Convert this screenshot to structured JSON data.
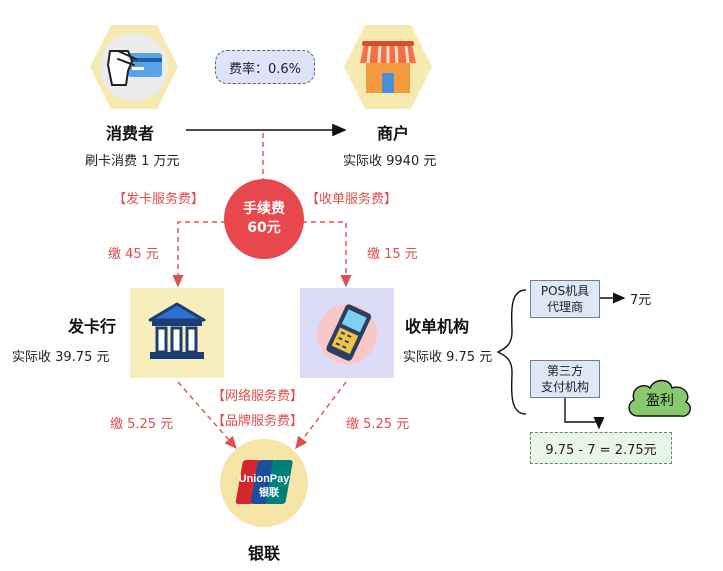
{
  "fee_rate": "费率：0.6%",
  "consumer": {
    "title": "消费者",
    "desc": "刷卡消费 1 万元"
  },
  "merchant": {
    "title": "商户",
    "desc": "实际收 9940 元"
  },
  "fee_center": {
    "line1": "手续费",
    "line2": "60元"
  },
  "issuer_service": "【发卡服务费】",
  "acquirer_service": "【收单服务费】",
  "pay_issuer": "缴 45 元",
  "pay_acquirer": "缴 15 元",
  "issuer": {
    "title": "发卡行",
    "desc": "实际收 39.75 元"
  },
  "acquirer": {
    "title": "收单机构",
    "desc": "实际收 9.75 元"
  },
  "network_service": "【网络服务费】",
  "brand_service": "【品牌服务费】",
  "pay_union_left": "缴 5.25 元",
  "pay_union_right": "缴 5.25 元",
  "unionpay": {
    "title": "银联",
    "logo_text_1": "UnionPay",
    "logo_text_2": "银联"
  },
  "pos_agent": {
    "line1": "POS机具",
    "line2": "代理商"
  },
  "pos_amount": "7元",
  "third_party": {
    "line1": "第三方",
    "line2": "支付机构"
  },
  "profit": "盈利",
  "formula": "9.75 - 7 = 2.75元",
  "colors": {
    "accent_red": "#e8474d",
    "hex_yellow": "#f6eab0",
    "link_dashed": "#e05050"
  }
}
